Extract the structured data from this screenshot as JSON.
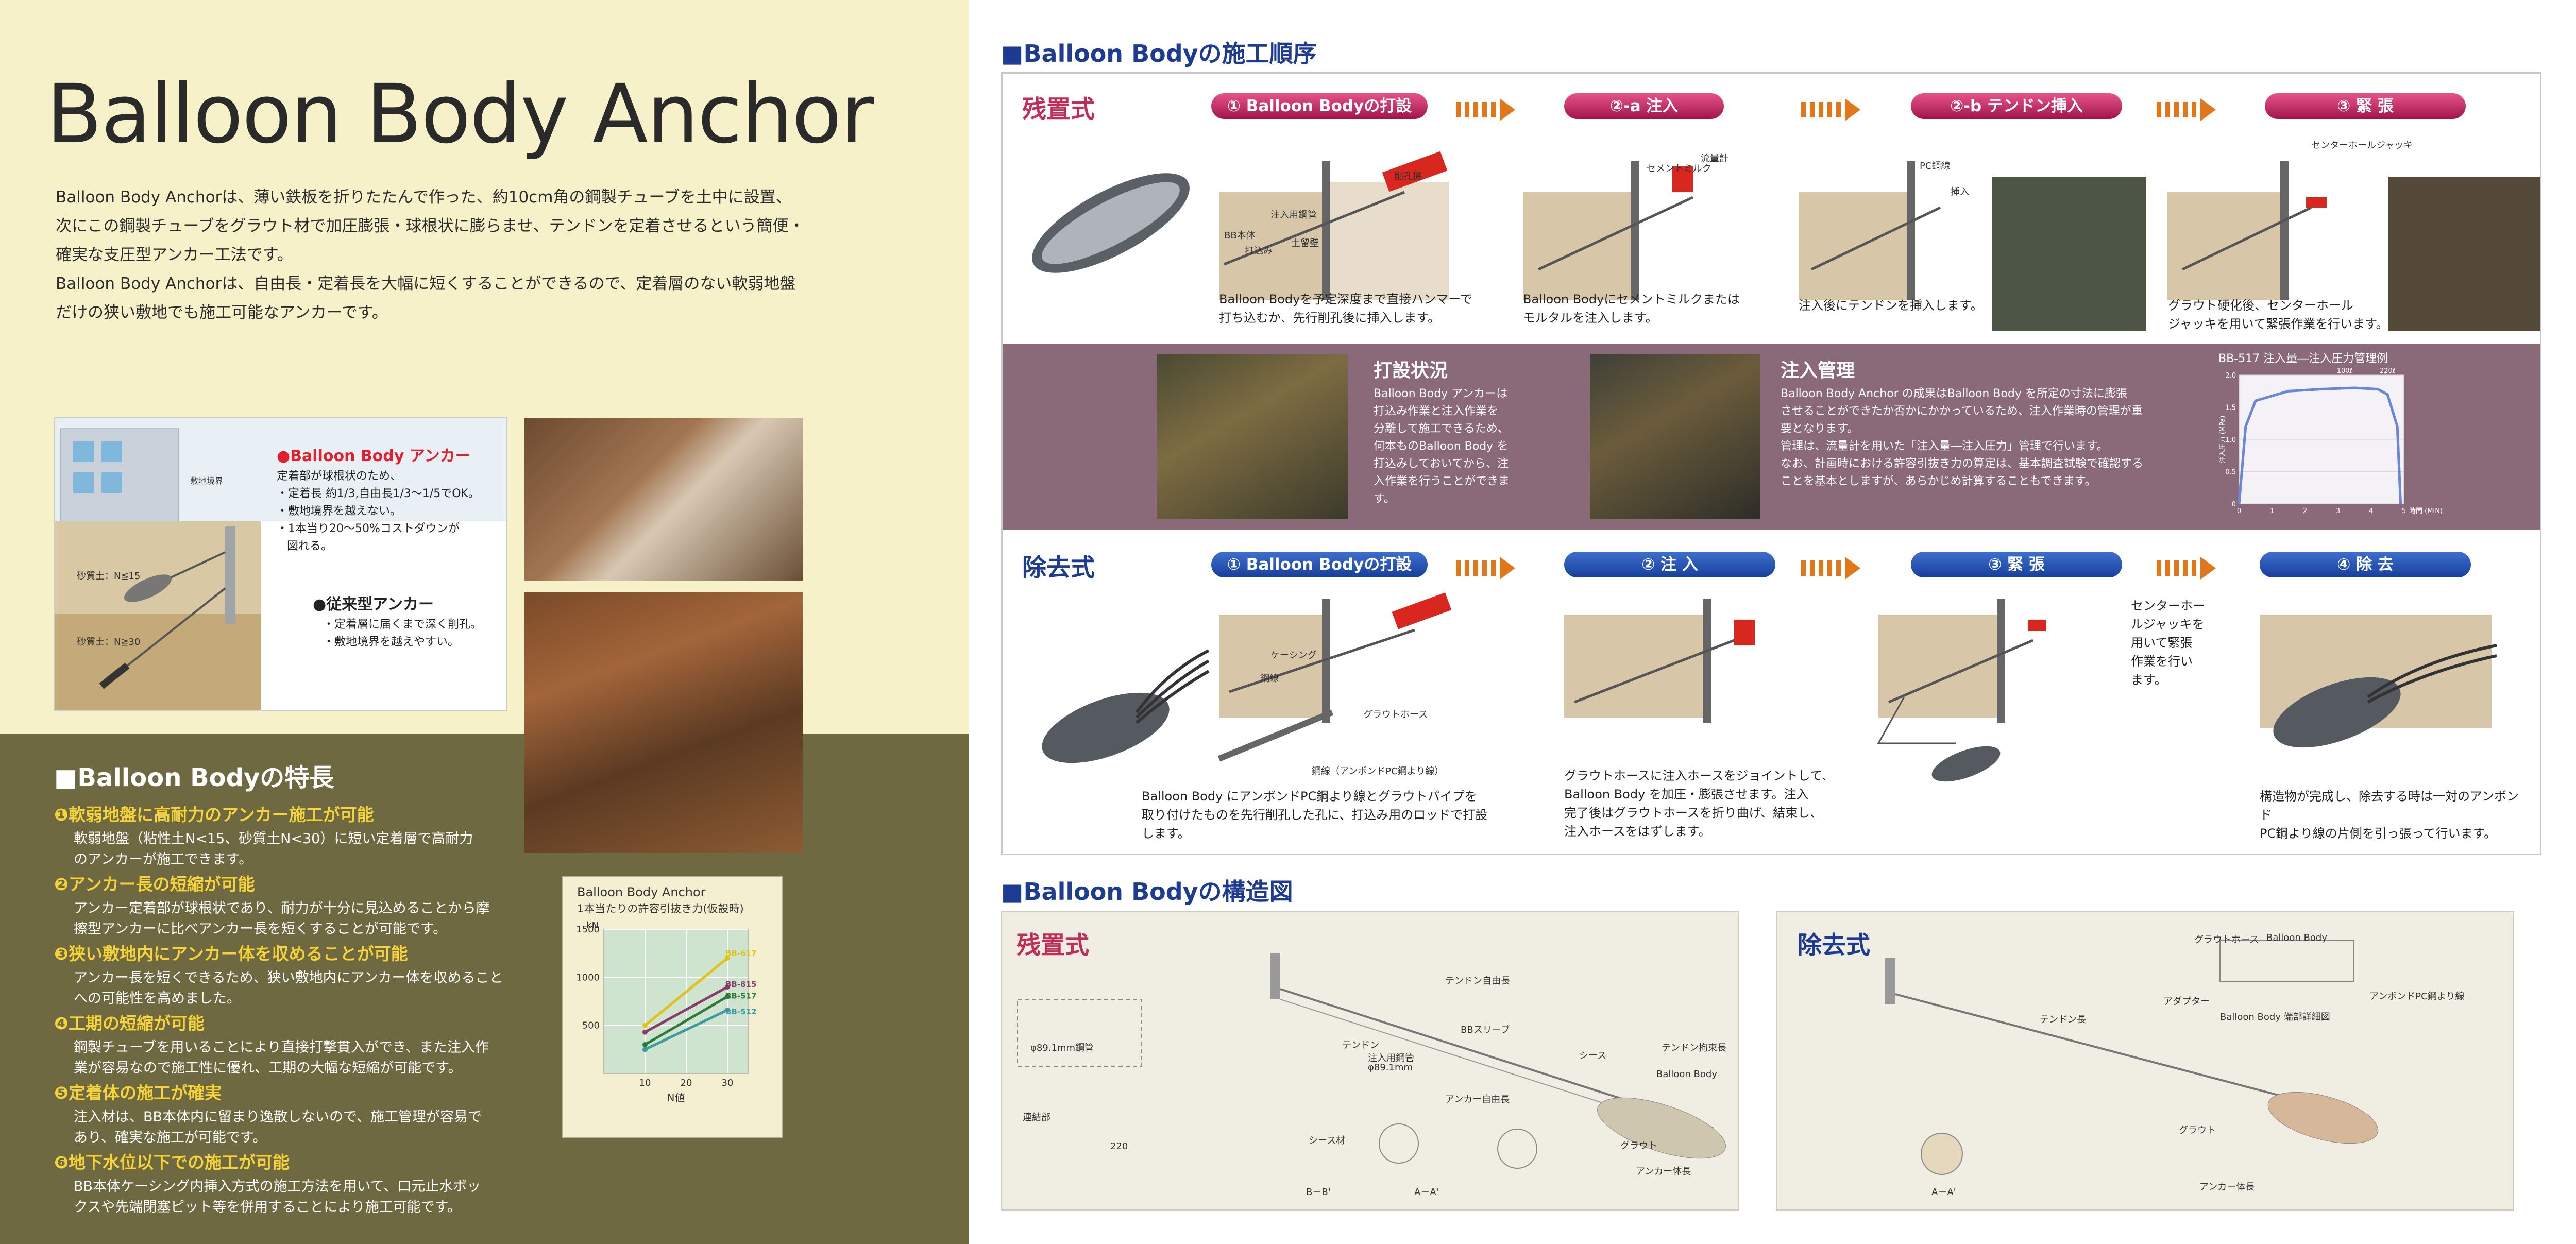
{
  "left": {
    "brand_title": "Balloon Body Anchor",
    "intro": [
      "Balloon Body Anchorは、薄い鉄板を折りたたんで作った、約10cm角の鋼製チューブを土中に設置、",
      "次にこの鋼製チューブをグラウト材で加圧膨張・球根状に膨らませ、テンドンを定着させるという簡便・",
      "確実な支圧型アンカー工法です。",
      "Balloon Body Anchorは、自由長・定着長を大幅に短くすることができるので、定着層のない軟弱地盤",
      "だけの狭い敷地でも施工可能なアンカーです。"
    ],
    "figure": {
      "bb_anchor": "●Balloon Body アンカー",
      "bb_notes": [
        "定着部が球根状のため、",
        "・定着長 約1/3,自由長1/3〜1/5でOK。",
        "・敷地境界を越えない。",
        "・1本当り20〜50%コストダウンが",
        "図れる。"
      ],
      "old_anchor": "●従来型アンカー",
      "old_notes": [
        "・定着層に届くまで深く削孔。",
        "・敷地境界を越えやすい。"
      ],
      "boundary": "敷地境界",
      "soil1": "砂質土：N≦15",
      "soil2": "砂質土：N≧30"
    },
    "features_title": "■Balloon Bodyの特長",
    "features": [
      {
        "title": "❶軟弱地盤に高耐力のアンカー施工が可能",
        "text": [
          "軟弱地盤（粘性土N<15、砂質土N<30）に短い定着層で高耐力",
          "のアンカーが施工できます。"
        ]
      },
      {
        "title": "❷アンカー長の短縮が可能",
        "text": [
          "アンカー定着部が球根状であり、耐力が十分に見込めることから摩",
          "擦型アンカーに比べアンカー長を短くすることが可能です。"
        ]
      },
      {
        "title": "❸狭い敷地内にアンカー体を収めることが可能",
        "text": [
          "アンカー長を短くできるため、狭い敷地内にアンカー体を収めること",
          "への可能性を高めました。"
        ]
      },
      {
        "title": "❹工期の短縮が可能",
        "text": [
          "鋼製チューブを用いることにより直接打撃貫入ができ、また注入作",
          "業が容易なので施工性に優れ、工期の大幅な短縮が可能です。"
        ]
      },
      {
        "title": "❺定着体の施工が確実",
        "text": [
          "注入材は、BB本体内に留まり逸散しないので、施工管理が容易で",
          "あり、確実な施工が可能です。"
        ]
      },
      {
        "title": "❻地下水位以下での施工が可能",
        "text": [
          "BB本体ケーシング内挿入方式の施工方法を用いて、口元止水ボッ",
          "クスや先端閉塞ピット等を併用することにより施工可能です。"
        ]
      }
    ]
  },
  "chart_data": [
    {
      "type": "line",
      "title": "Balloon Body Anchor",
      "subtitle": "1本当たりの許容引抜き力(仮設時)",
      "xlabel": "N値",
      "ylabel": "kN",
      "x_ticks": [
        "10",
        "20",
        "30"
      ],
      "y_ticks": [
        "500",
        "1000",
        "1500"
      ],
      "xlim": [
        0,
        35
      ],
      "ylim": [
        0,
        1500
      ],
      "series": [
        {
          "name": "BB-617",
          "color": "#e0c21a",
          "x": [
            10,
            30
          ],
          "y": [
            500,
            1200
          ]
        },
        {
          "name": "BB-815",
          "color": "#8a3a6a",
          "x": [
            10,
            30
          ],
          "y": [
            430,
            900
          ]
        },
        {
          "name": "BB-517",
          "color": "#2d7a3a",
          "x": [
            10,
            30
          ],
          "y": [
            300,
            800
          ]
        },
        {
          "name": "BB-512",
          "color": "#3c9aa0",
          "x": [
            10,
            30
          ],
          "y": [
            250,
            660
          ]
        }
      ]
    },
    {
      "type": "line",
      "title": "BB-517 注入量―注入圧力管理例",
      "xlabel": "時間 (MIN)",
      "ylabel": "注入圧力 (MPa)",
      "x_ticks": [
        "0",
        "1",
        "2",
        "3",
        "4",
        "5"
      ],
      "y_ticks": [
        "0",
        "0.5",
        "1.0",
        "1.5",
        "2.0"
      ],
      "top_marks": [
        "100ℓ",
        "220ℓ"
      ],
      "xlim": [
        0,
        5
      ],
      "ylim": [
        0,
        2.0
      ],
      "series": [
        {
          "name": "",
          "color": "#6a86d6",
          "x": [
            0,
            0.2,
            0.5,
            1.5,
            2.5,
            3.5,
            4.2,
            4.5,
            4.8,
            4.9
          ],
          "y": [
            0,
            1.2,
            1.6,
            1.75,
            1.78,
            1.8,
            1.78,
            1.7,
            1.2,
            0
          ]
        }
      ]
    }
  ],
  "process": {
    "title": "■Balloon Bodyの施工順序",
    "type1": "残置式",
    "type2": "除去式",
    "steps1": [
      "① Balloon Bodyの打設",
      "②-a 注入",
      "②-b テンドン挿入",
      "③ 緊 張"
    ],
    "steps2": [
      "① Balloon Bodyの打設",
      "② 注 入",
      "③ 緊 張",
      "④ 除 去"
    ],
    "caps1": [
      "Balloon Bodyを予定深度まで直接ハンマーで\n打ち込むか、先行削孔後に挿入します。",
      "Balloon Bodyにセメントミルクまたは\nモルタルを注入します。",
      "注入後にテンドンを挿入します。",
      "グラウト硬化後、センターホール\nジャッキを用いて緊張作業を行います。"
    ],
    "caps2": [
      "Balloon Body にアンボンドPC鋼より線とグラウトパイプを\n取り付けたものを先行削孔した孔に、打込み用のロッドで打設\nします。",
      "グラウトホースに注入ホースをジョイントして、\nBalloon Body を加圧・膨張させます。注入\n完了後はグラウトホースを折り曲げ、結束し、\n注入ホースをはずします。",
      "センターホー\nルジャッキを\n用いて緊張\n作業を行い\nます。",
      "構造物が完成し、除去する時は一対のアンボンド\nPC鋼より線の片側を引っ張って行います。"
    ],
    "band": {
      "h1": "打設状況",
      "t1": "Balloon Body アンカーは\n打込み作業と注入作業を\n分離して施工できるため、\n何本ものBalloon Body を\n打込みしておいてから、注\n入作業を行うことができま\nす。",
      "h2": "注入管理",
      "t2": "Balloon Body Anchor の成果はBalloon Body を所定の寸法に膨張\nさせることができたか否かにかかっているため、注入作業時の管理が重\n要となります。\n管理は、流量計を用いた「注入量―注入圧力」管理で行います。\nなお、計画時における許容引抜き力の算定は、基本調査試験で確認する\nことを基本としますが、あらかじめ計算することもできます。"
    },
    "diagram_labels": [
      "削孔機",
      "注入用鋼管",
      "BB本体",
      "打込み",
      "土留壁",
      "セメントミルク",
      "流量計",
      "PC鋼線",
      "挿入",
      "センターホールジャッキ",
      "ケーシング",
      "鋼線",
      "グラウトホース",
      "鋼線（アンボンドPC鋼より線）"
    ]
  },
  "structure": {
    "title": "■Balloon Bodyの構造図",
    "type1": "残置式",
    "type2": "除去式",
    "labels1": [
      "テンドン自由長",
      "テンドン",
      "注入用鋼管",
      "φ89.1mm",
      "BBスリーブ",
      "シース",
      "テンドン拘束長",
      "アンカー自由長",
      "Balloon Body",
      "グラウト",
      "アンカー体長",
      "φ89.1mm鋼管",
      "連結部",
      "220",
      "シース材",
      "B－B'",
      "A－A'"
    ],
    "labels2": [
      "グラウトホース",
      "Balloon Body",
      "アダプター",
      "アンボンドPC鋼より線",
      "Balloon Body 端部詳細図",
      "テンドン長",
      "グラウト",
      "アンカー体長",
      "A－A'"
    ]
  }
}
